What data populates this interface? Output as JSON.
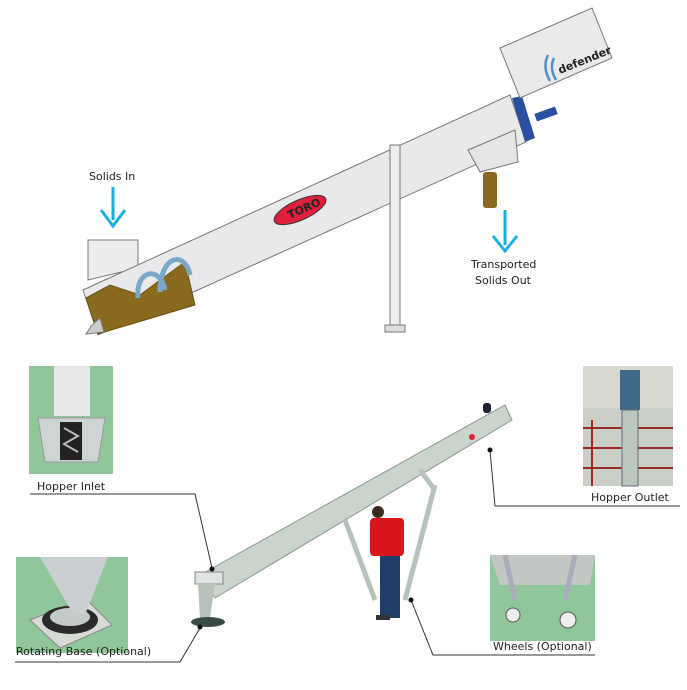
{
  "top_diagram": {
    "solids_in": "Solids In",
    "solids_out_line1": "Transported",
    "solids_out_line2": "Solids Out",
    "brand_logo": "TORO",
    "defender_logo": "defender"
  },
  "callouts": {
    "hopper_inlet": "Hopper Inlet",
    "hopper_outlet": "Hopper Outlet",
    "rotating_base": "Rotating Base (Optional)",
    "wheels": "Wheels (Optional)"
  },
  "colors": {
    "arrow": "#1aaee6",
    "solids": "#8a6a1e",
    "logo_red": "#e0203a",
    "blue": "#2a4fa0",
    "floor": "#8fc79a"
  }
}
